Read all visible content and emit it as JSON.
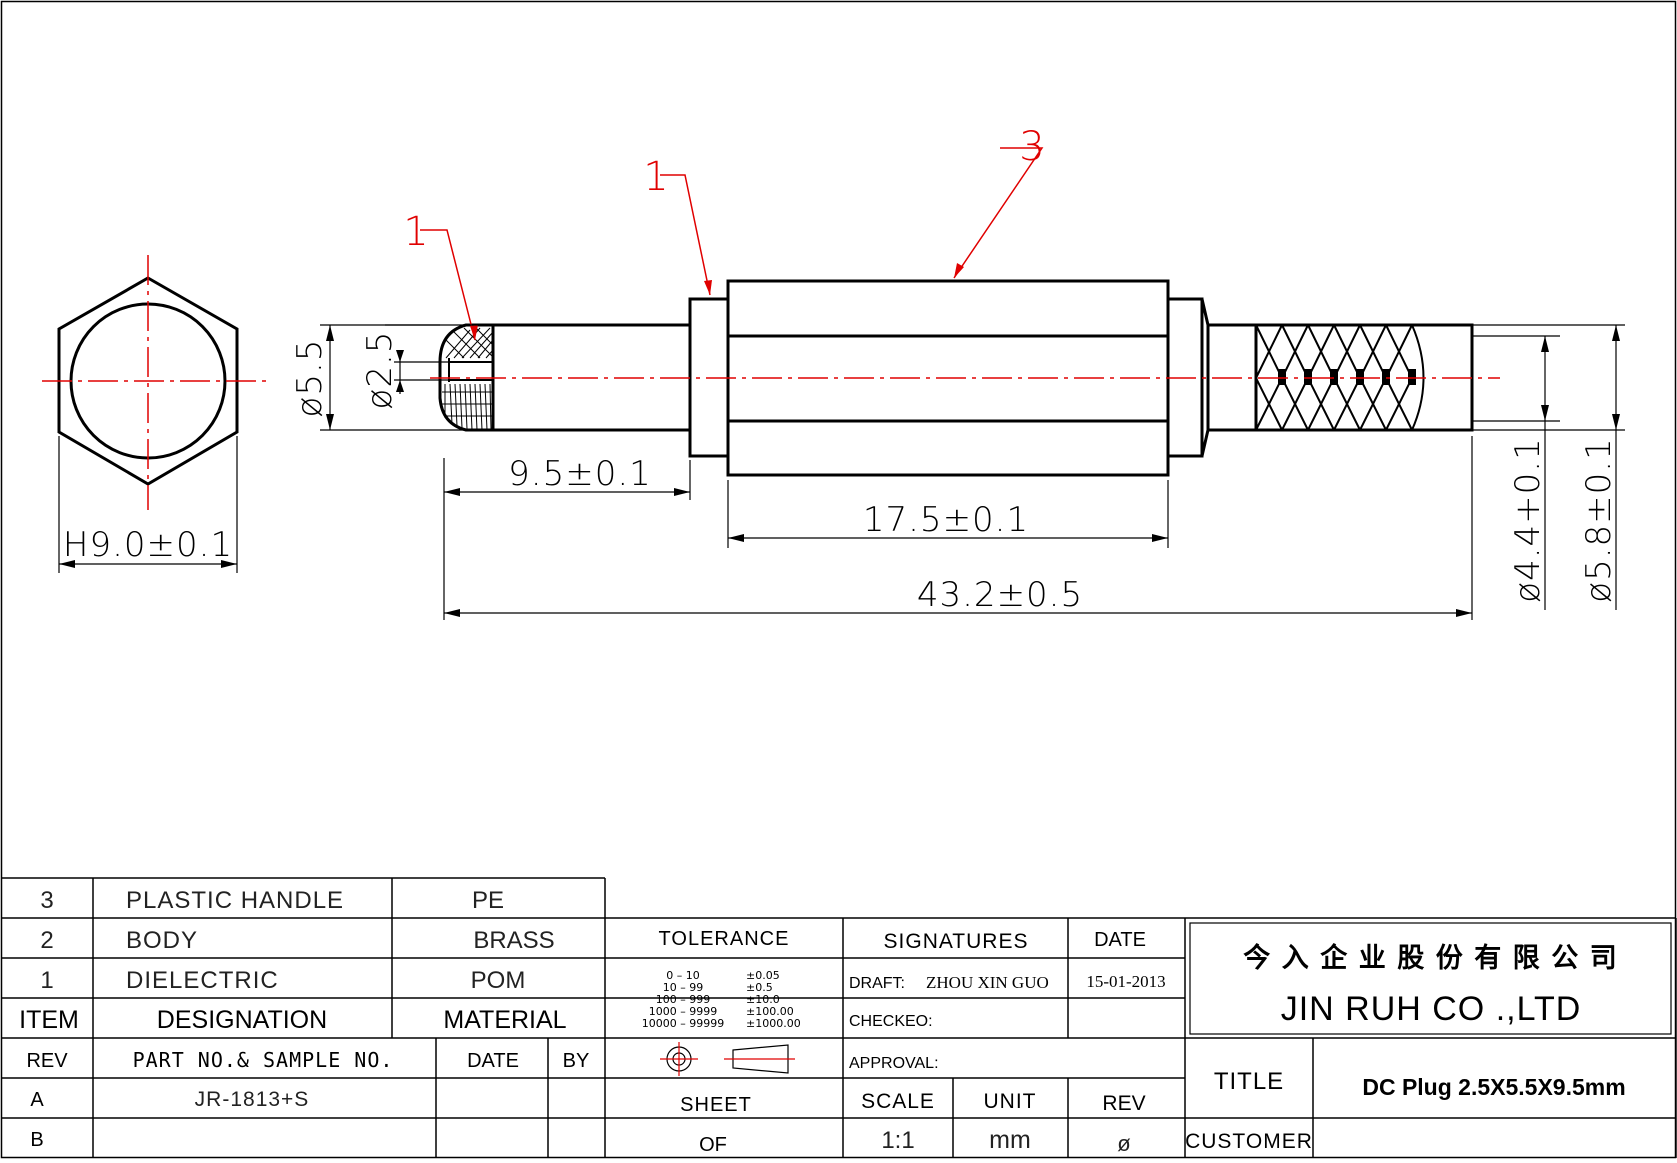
{
  "drawing": {
    "hex_width_dim": "H9.0±0.1",
    "dia_outer_dim": "ø5.5",
    "dia_inner_dim": "ø2.5",
    "len_tip_dim": "9.5±0.1",
    "len_body_dim": "17.5±0.1",
    "len_total_dim": "43.2±0.5",
    "dia_handle_inner_dim": "ø4.4+0.1",
    "dia_handle_outer_dim": "ø5.8±0.1",
    "balloons": [
      "1",
      "1",
      "3"
    ]
  },
  "bom": {
    "rows": [
      {
        "item": "3",
        "designation": "PLASTIC  HANDLE",
        "material": "PE"
      },
      {
        "item": "2",
        "designation": "BODY",
        "material": "BRASS"
      },
      {
        "item": "1",
        "designation": "DIELECTRIC",
        "material": "POM"
      }
    ],
    "headers": {
      "item": "ITEM",
      "designation": "DESIGNATION",
      "material": "MATERIAL"
    }
  },
  "revision": {
    "headers": {
      "rev": "REV",
      "part": "PART NO.& SAMPLE NO.",
      "date": "DATE",
      "by": "BY"
    },
    "rows": [
      {
        "rev": "A",
        "part": "JR-1813+S"
      },
      {
        "rev": "B",
        "part": ""
      }
    ]
  },
  "tolerance": {
    "title": "TOLERANCE",
    "ranges": [
      {
        "range": "0  –  10",
        "tol": "±0.05"
      },
      {
        "range": "10  –  99",
        "tol": "±0.5"
      },
      {
        "range": "100  –  999",
        "tol": "±10.0"
      },
      {
        "range": "1000  –  9999",
        "tol": "±100.00"
      },
      {
        "range": "10000  –  99999",
        "tol": "±1000.00"
      }
    ]
  },
  "signatures": {
    "title": "SIGNATURES",
    "date_title": "DATE",
    "draft_label": "DRAFT:",
    "draft_name": "ZHOU XIN GUO",
    "draft_date": "15-01-2013",
    "checked_label": "CHECKEO:",
    "approval_label": "APPROVAL:"
  },
  "sheet_block": {
    "sheet_label": "SHEET",
    "of_label": "OF",
    "scale_label": "SCALE",
    "scale_value": "1:1",
    "unit_label": "UNIT",
    "unit_value": "mm",
    "rev_label": "REV",
    "rev_value": "ø"
  },
  "company": {
    "name_cn": "今 入 企 业 股 份 有 限 公 司",
    "name_en": "JIN  RUH  CO .,LTD"
  },
  "title_block": {
    "title_label": "TITLE",
    "title_value": "DC Plug 2.5X5.5X9.5mm",
    "customer_label": "CUSTOMER"
  }
}
